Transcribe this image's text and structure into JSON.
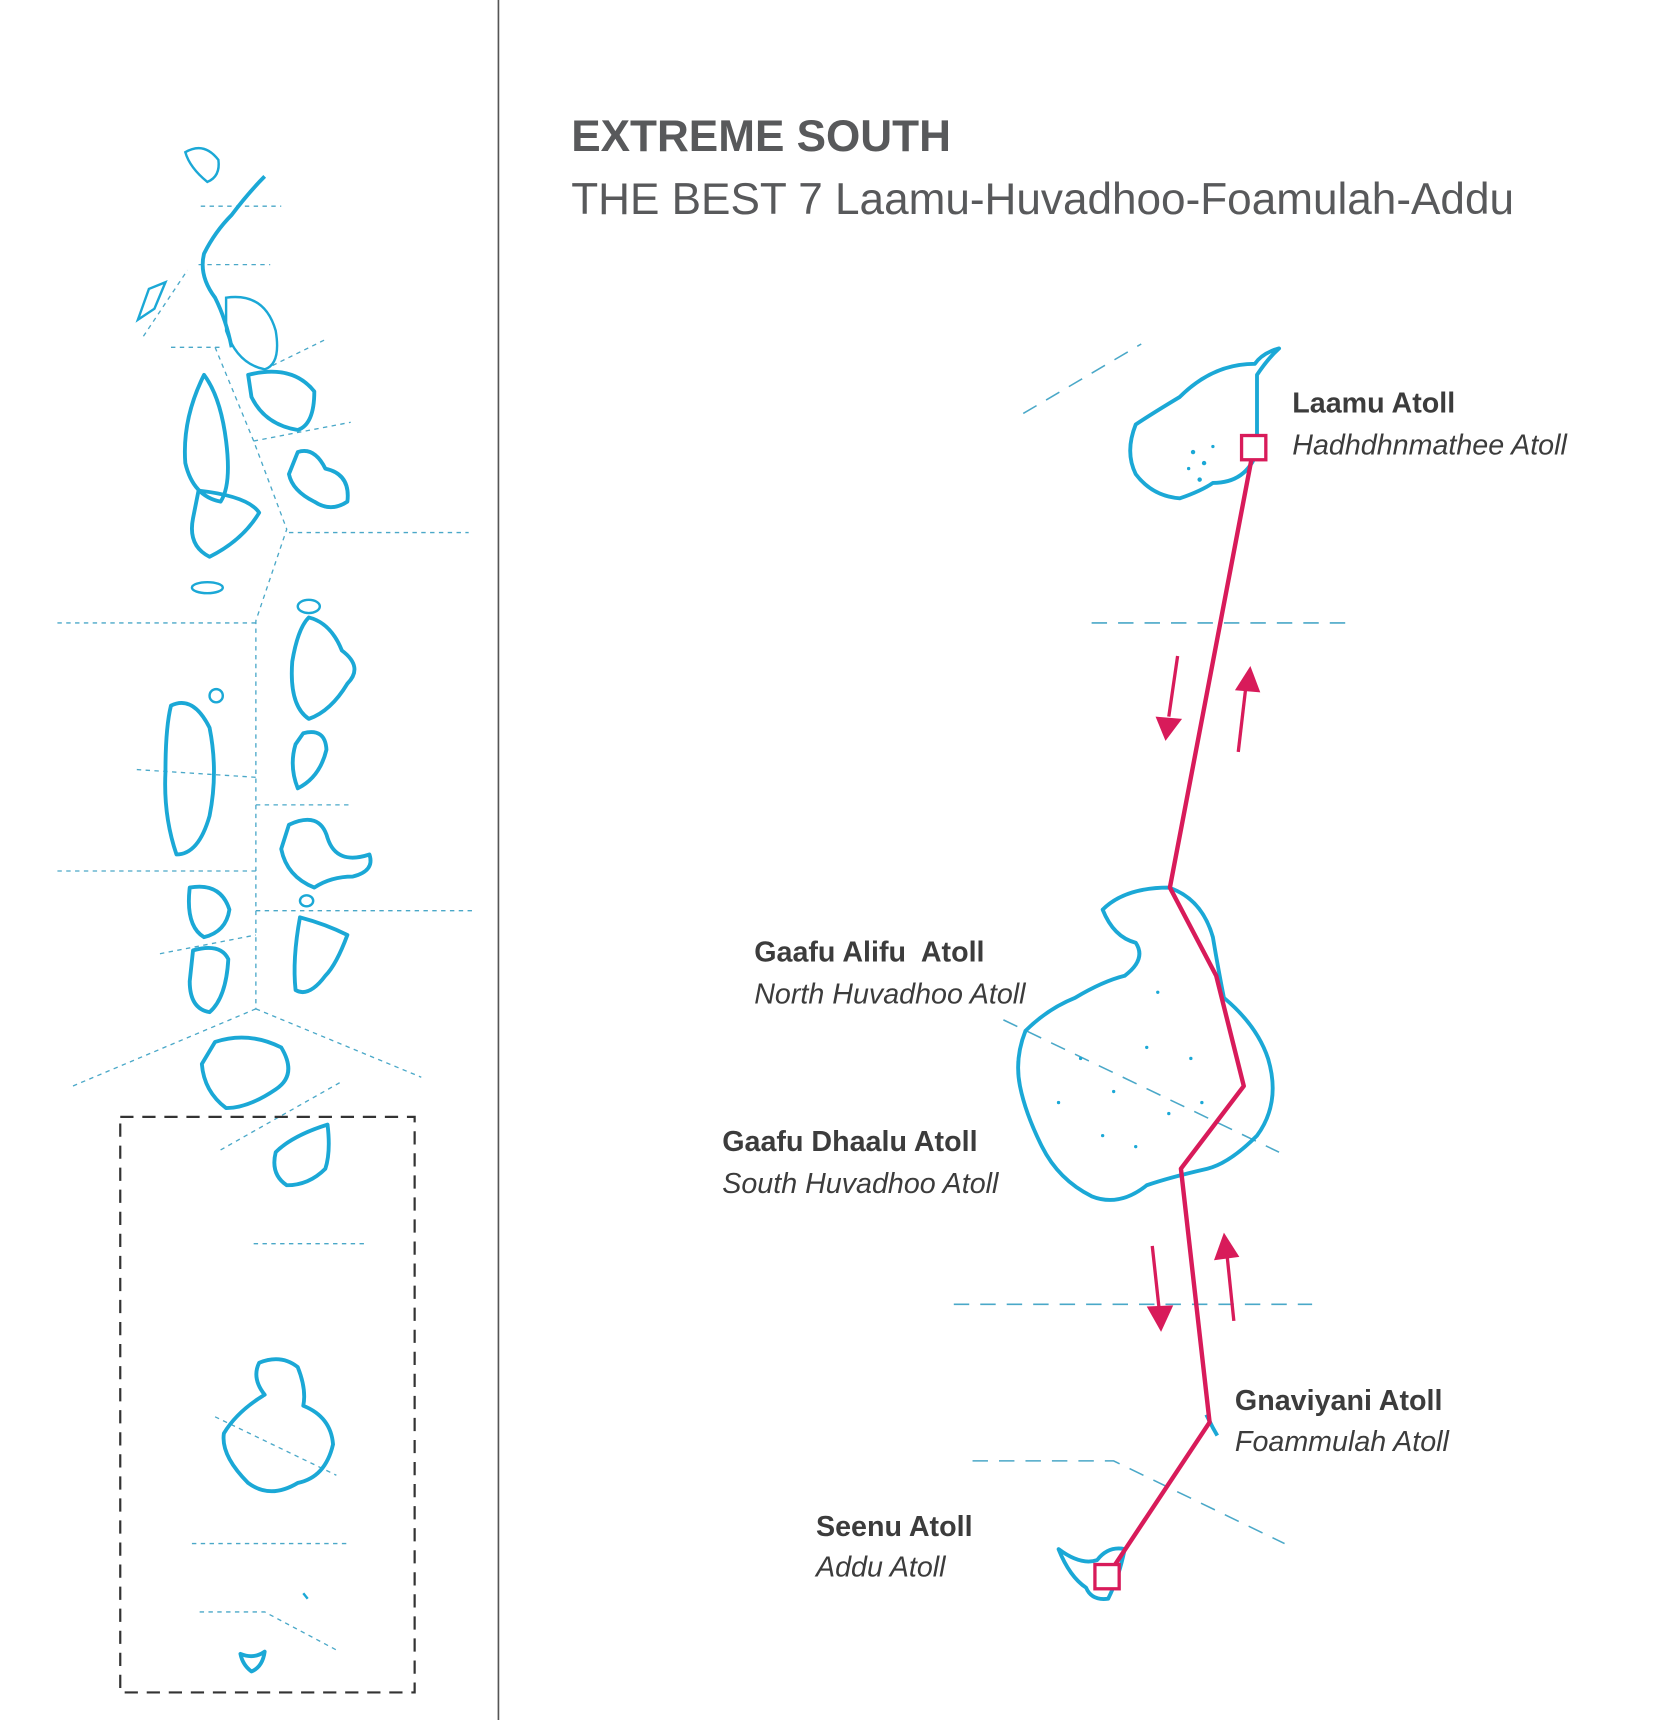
{
  "header": {
    "title": "EXTREME SOUTH",
    "subtitle": "THE BEST 7 Laamu-Huvadhoo-Foamulah-Addu"
  },
  "atolls": [
    {
      "name": "Laamu Atoll",
      "alt_name": "Hadhdhnmathee Atoll"
    },
    {
      "name": "Gaafu Alifu  Atoll",
      "alt_name": "North Huvadhoo Atoll"
    },
    {
      "name": "Gaafu Dhaalu Atoll",
      "alt_name": "South Huvadhoo Atoll"
    },
    {
      "name": "Gnaviyani Atoll",
      "alt_name": "Foammulah Atoll"
    },
    {
      "name": "Seenu Atoll",
      "alt_name": "Addu Atoll"
    }
  ],
  "colors": {
    "atoll": "#1ba8d6",
    "route": "#d81b5a",
    "text": "#3c3c3c",
    "title": "#58595b"
  }
}
